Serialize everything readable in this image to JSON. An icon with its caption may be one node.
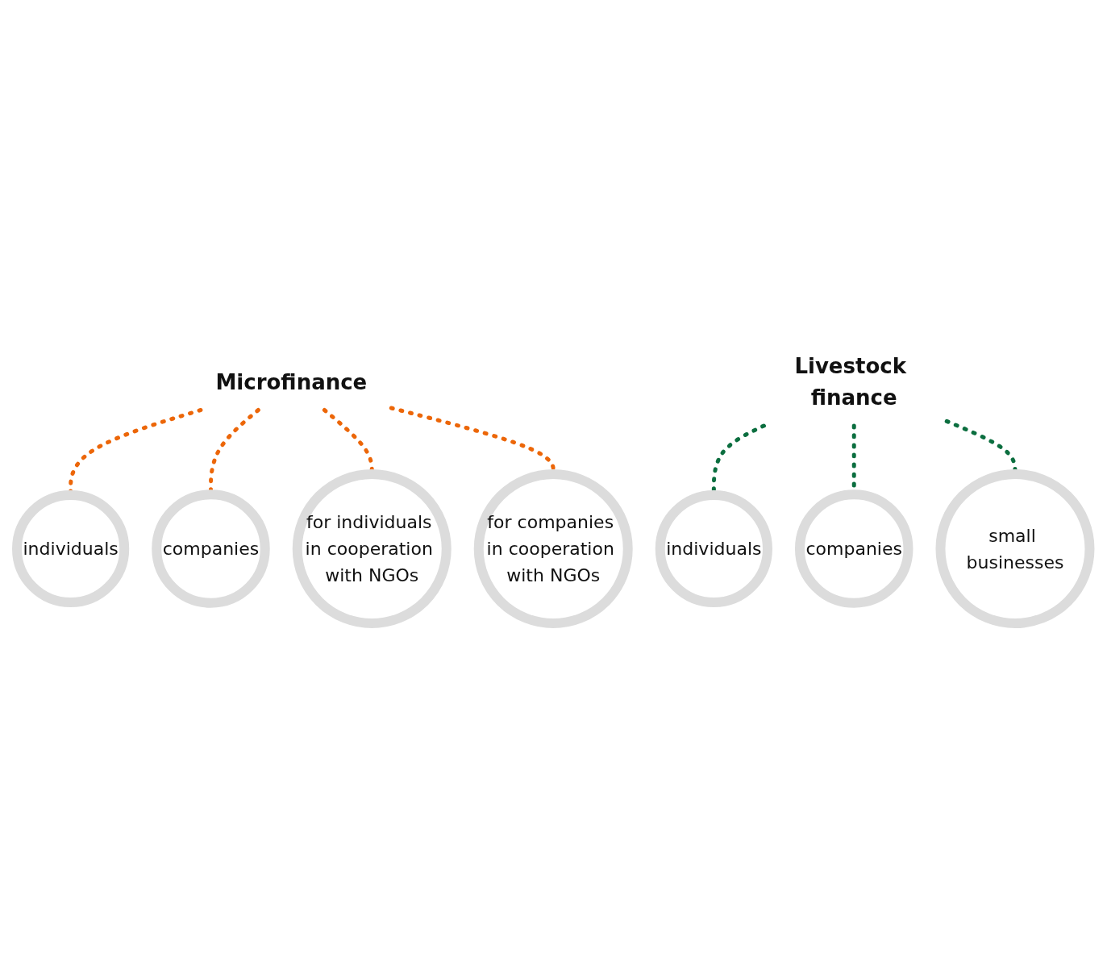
{
  "diagram": {
    "nodes": [
      {
        "text": [
          "Microfinance"
        ]
      },
      {
        "text": [
          "individuals"
        ]
      },
      {
        "text": [
          "companies"
        ]
      },
      {
        "text": [
          "for individuals in cooperation with NGOs"
        ]
      },
      {
        "text": [
          "for companies in cooperation with NGOs"
        ]
      },
      {
        "text": [
          "Livestock finance"
        ]
      },
      {
        "text": [
          "individuals"
        ]
      },
      {
        "text": [
          "companies"
        ]
      },
      {
        "text": [
          "small businesses"
        ]
      }
    ],
    "edges": [
      {
        "from": 0,
        "to": 1,
        "arrow": "none",
        "style": "dashed"
      },
      {
        "from": 0,
        "to": 2,
        "arrow": "none",
        "style": "dashed"
      },
      {
        "from": 0,
        "to": 3,
        "arrow": "none",
        "style": "dashed"
      },
      {
        "from": 0,
        "to": 4,
        "arrow": "none",
        "style": "dashed"
      },
      {
        "from": 5,
        "to": 6,
        "arrow": "none",
        "style": "dashed",
        "color": "#0b6e3f"
      },
      {
        "from": 5,
        "to": 7,
        "arrow": "none",
        "style": "dashed",
        "color": "#0b6e3f"
      },
      {
        "from": 5,
        "to": 8,
        "arrow": "none",
        "style": "dashed",
        "color": "#0b6e3f"
      }
    ]
  }
}
